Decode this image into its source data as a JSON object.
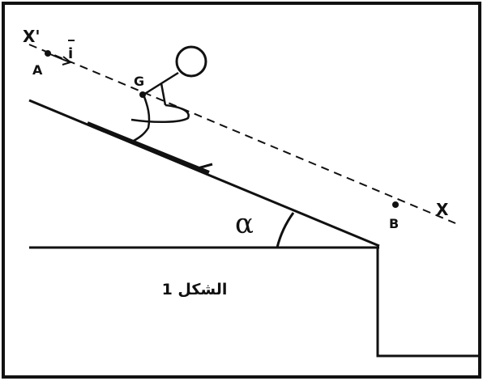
{
  "labels": {
    "x_prime": "X'",
    "x": "X",
    "a": "A",
    "b": "B",
    "g": "G",
    "i_vec": "i",
    "angle": "α",
    "caption": "الشكل 1"
  },
  "colors": {
    "ink": "#111111",
    "background": "#ffffff"
  }
}
